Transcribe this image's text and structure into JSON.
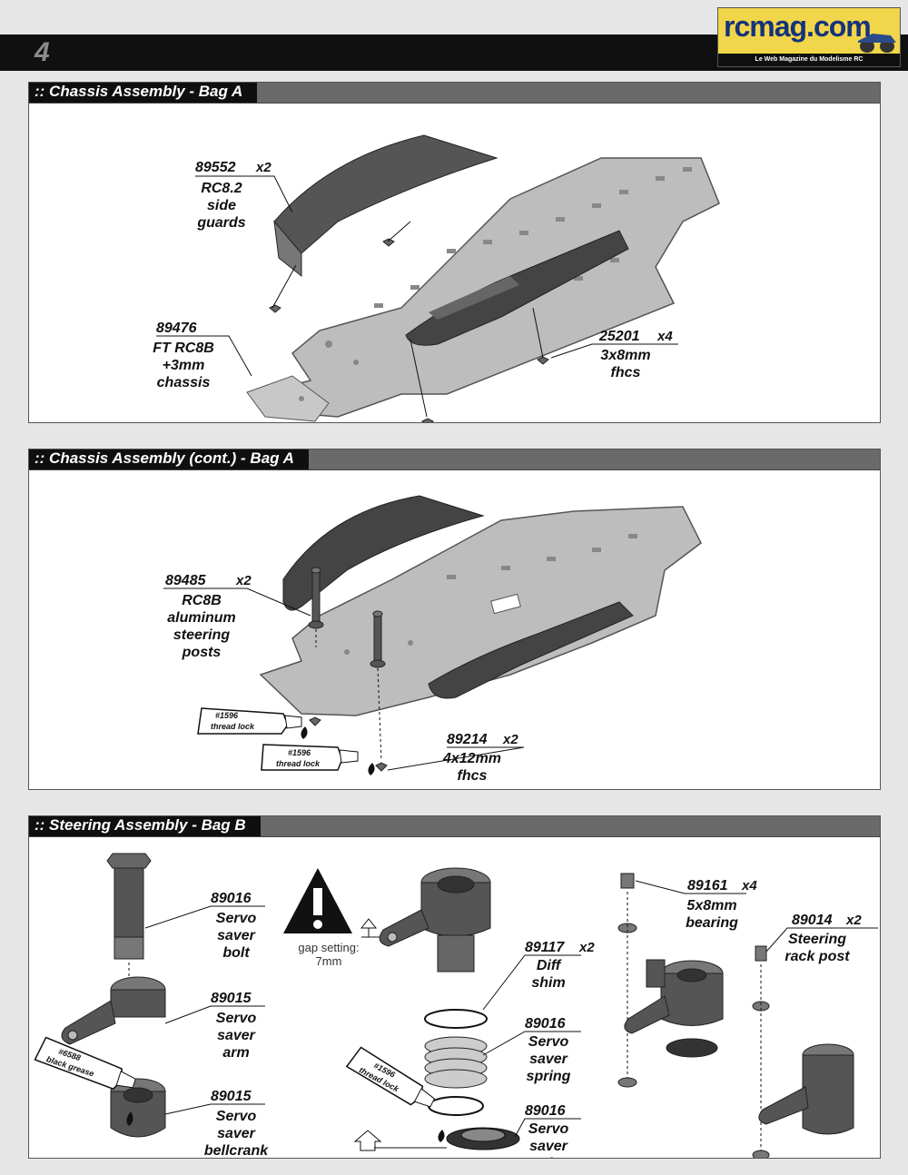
{
  "page": {
    "number": "4"
  },
  "logo": {
    "name": "rcmag.com",
    "tagline": "Le Web Magazine du Modelisme RC"
  },
  "sections": [
    {
      "title": ":: Chassis Assembly - Bag A",
      "parts": [
        {
          "number": "89552",
          "qty": "x2",
          "lines": [
            "RC8.2",
            "side",
            "guards"
          ]
        },
        {
          "number": "89476",
          "qty": "",
          "lines": [
            "FT RC8B",
            "+3mm",
            "chassis"
          ]
        },
        {
          "number": "25201",
          "qty": "x4",
          "lines": [
            "3x8mm",
            "fhcs"
          ]
        }
      ]
    },
    {
      "title": ":: Chassis Assembly (cont.) - Bag A",
      "parts": [
        {
          "number": "89485",
          "qty": "x2",
          "lines": [
            "RC8B",
            "aluminum",
            "steering",
            "posts"
          ]
        },
        {
          "number": "89214",
          "qty": "x2",
          "lines": [
            "4x12mm",
            "fhcs"
          ]
        }
      ],
      "tubes": [
        {
          "code": "#1596",
          "label": "thread lock"
        },
        {
          "code": "#1596",
          "label": "thread lock"
        }
      ]
    },
    {
      "title": ":: Steering Assembly - Bag B",
      "parts": [
        {
          "number": "89016",
          "qty": "",
          "lines": [
            "Servo",
            "saver",
            "bolt"
          ]
        },
        {
          "number": "89015",
          "qty": "",
          "lines": [
            "Servo",
            "saver",
            "arm"
          ]
        },
        {
          "number": "89015",
          "qty": "",
          "lines": [
            "Servo",
            "saver",
            "bellcrank"
          ]
        },
        {
          "number": "89117",
          "qty": "x2",
          "lines": [
            "Diff",
            "shim"
          ]
        },
        {
          "number": "89016",
          "qty": "",
          "lines": [
            "Servo",
            "saver",
            "spring"
          ]
        },
        {
          "number": "89016",
          "qty": "",
          "lines": [
            "Servo",
            "saver",
            "retainer"
          ]
        },
        {
          "number": "89161",
          "qty": "x4",
          "lines": [
            "5x8mm",
            "bearing"
          ]
        },
        {
          "number": "89014",
          "qty": "x2",
          "lines": [
            "Steering",
            "rack post"
          ]
        }
      ],
      "tubes": [
        {
          "code": "#6588",
          "label": "black grease"
        },
        {
          "code": "#1596",
          "label": "thread lock"
        }
      ],
      "warning": {
        "caption_line1": "gap setting:",
        "caption_line2": "7mm"
      }
    }
  ]
}
